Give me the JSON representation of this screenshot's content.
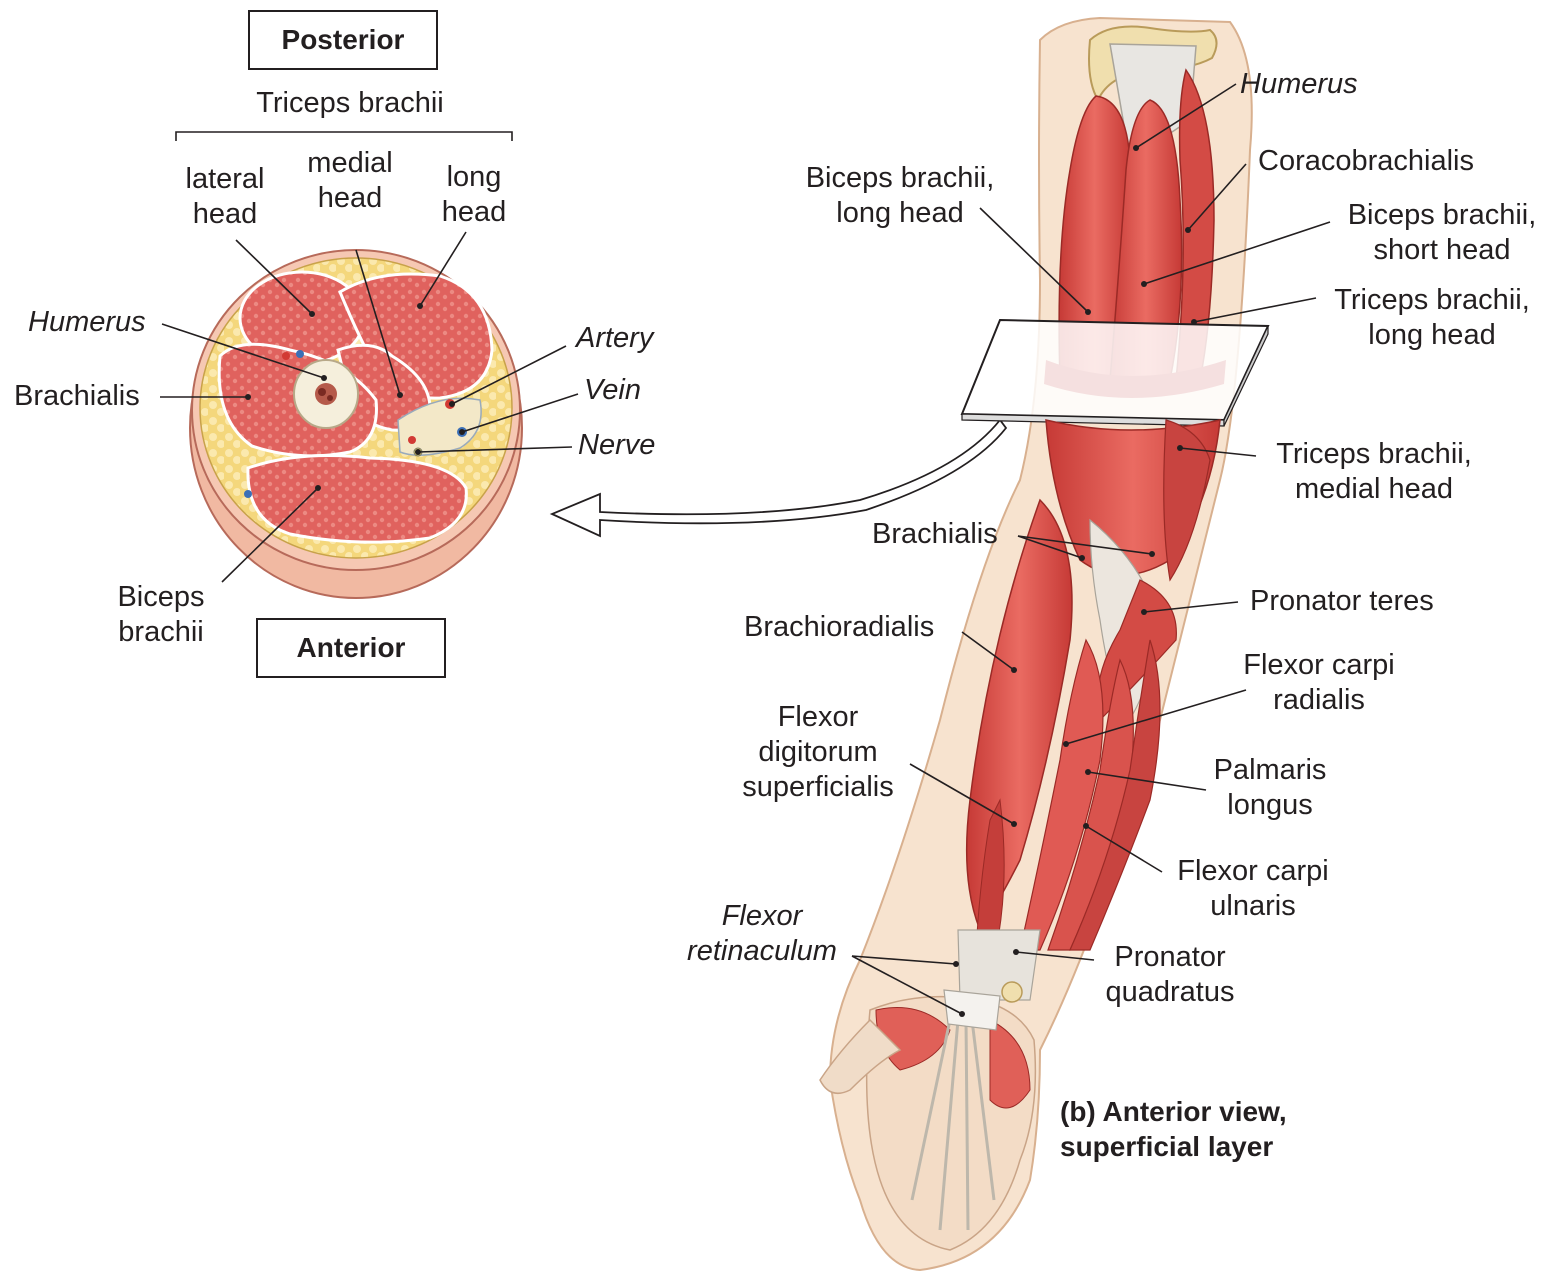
{
  "cross_section": {
    "posterior_label": "Posterior",
    "anterior_label": "Anterior",
    "triceps_label": "Triceps brachii",
    "lateral_head": [
      "lateral",
      "head"
    ],
    "medial_head": [
      "medial",
      "head"
    ],
    "long_head": [
      "long",
      "head"
    ],
    "humerus": "Humerus",
    "brachialis": "Brachialis",
    "artery": "Artery",
    "vein": "Vein",
    "nerve": "Nerve",
    "biceps": [
      "Biceps",
      "brachii"
    ]
  },
  "arm": {
    "humerus": "Humerus",
    "coracobrachialis": "Coracobrachialis",
    "biceps_long_head": [
      "Biceps brachii,",
      "long head"
    ],
    "biceps_short_head": [
      "Biceps brachii,",
      "short head"
    ],
    "triceps_long_head": [
      "Triceps brachii,",
      "long head"
    ],
    "triceps_medial_head": [
      "Triceps brachii,",
      "medial head"
    ],
    "brachialis": "Brachialis",
    "pronator_teres": "Pronator teres",
    "brachioradialis": "Brachioradialis",
    "flexor_carpi_radialis": [
      "Flexor carpi",
      "radialis"
    ],
    "flexor_digitorum_superficialis": [
      "Flexor",
      "digitorum",
      "superficialis"
    ],
    "palmaris_longus": [
      "Palmaris",
      "longus"
    ],
    "flexor_carpi_ulnaris": [
      "Flexor carpi",
      "ulnaris"
    ],
    "flexor_retinaculum": [
      "Flexor",
      "retinaculum"
    ],
    "pronator_quadratus": [
      "Pronator",
      "quadratus"
    ]
  },
  "caption": [
    "(b) Anterior view,",
    "superficial layer"
  ],
  "colors": {
    "muscle": "#e35a55",
    "muscle_dark": "#c8403c",
    "muscle_light": "#f08f84",
    "fat": "#f6dc8a",
    "bone": "#f5efdc",
    "tendon": "#e6e2dc",
    "skin": "#f7e3cf"
  }
}
